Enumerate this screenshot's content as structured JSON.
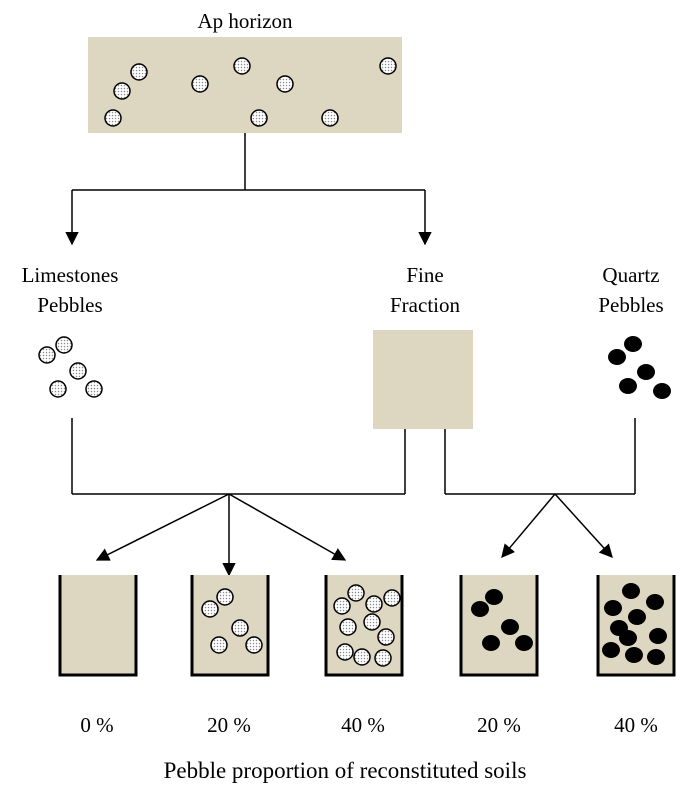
{
  "title_top": "Ap horizon",
  "labels": {
    "limestone_line1": "Limestones",
    "limestone_line2": "Pebbles",
    "fine_line1": "Fine",
    "fine_line2": "Fraction",
    "quartz_line1": "Quartz",
    "quartz_line2": "Pebbles"
  },
  "containers": [
    {
      "percent": "0 %",
      "pebble_type": "none"
    },
    {
      "percent": "20 %",
      "pebble_type": "limestone"
    },
    {
      "percent": "40 %",
      "pebble_type": "limestone"
    },
    {
      "percent": "20 %",
      "pebble_type": "quartz"
    },
    {
      "percent": "40 %",
      "pebble_type": "quartz"
    }
  ],
  "caption": "Pebble proportion of reconstituted soils",
  "colors": {
    "soil_fill": "#ddd6c1",
    "quartz_fill": "#000000",
    "limestone_fill": "#ffffff",
    "limestone_dots": "#8a8a8a"
  }
}
